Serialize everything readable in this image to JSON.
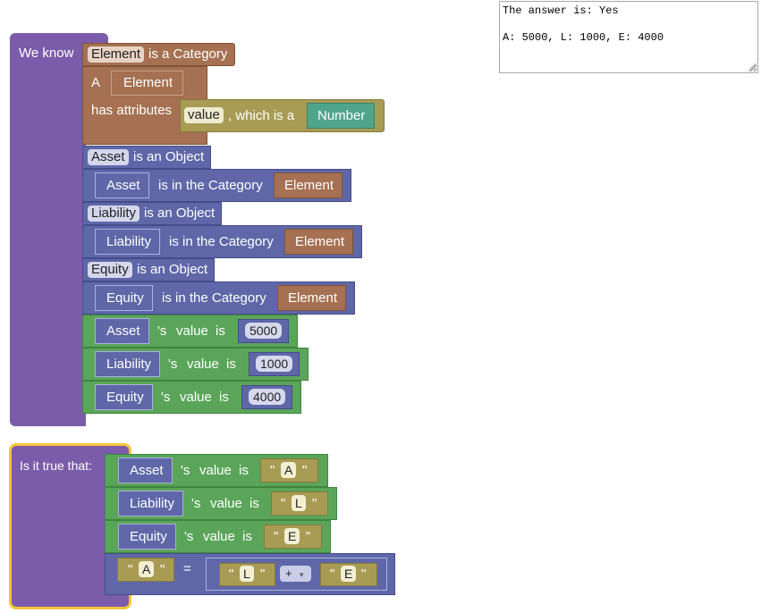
{
  "output": {
    "line1": "The answer is: Yes",
    "line2": "A: 5000, L: 1000, E: 4000"
  },
  "we_know": {
    "label": "We know",
    "category_decl": {
      "name": "Element",
      "suffix": "is a Category"
    },
    "category_def": {
      "a_label": "A",
      "name": "Element",
      "has_attr_label": "has attributes",
      "attr_name": "value",
      "which_label": ", which is a",
      "type": "Number"
    },
    "objects": [
      {
        "name": "Asset",
        "is_object": "is an Object",
        "in_cat": "is in the Category",
        "category": "Element"
      },
      {
        "name": "Liability",
        "is_object": "is an Object",
        "in_cat": "is in the Category",
        "category": "Element"
      },
      {
        "name": "Equity",
        "is_object": "is an Object",
        "in_cat": "is in the Category",
        "category": "Element"
      }
    ],
    "values": [
      {
        "name": "Asset",
        "s": "'s",
        "value": "value",
        "is": "is",
        "num": "5000"
      },
      {
        "name": "Liability",
        "s": "'s",
        "value": "value",
        "is": "is",
        "num": "1000"
      },
      {
        "name": "Equity",
        "s": "'s",
        "value": "value",
        "is": "is",
        "num": "4000"
      }
    ]
  },
  "query": {
    "label": "Is it true that:",
    "values": [
      {
        "name": "Asset",
        "s": "'s",
        "value": "value",
        "is": "is",
        "var": "A"
      },
      {
        "name": "Liability",
        "s": "'s",
        "value": "value",
        "is": "is",
        "var": "L"
      },
      {
        "name": "Equity",
        "s": "'s",
        "value": "value",
        "is": "is",
        "var": "E"
      }
    ],
    "equation": {
      "left": "A",
      "eq": "=",
      "a": "L",
      "op": "+",
      "b": "E"
    },
    "quote": "\""
  }
}
